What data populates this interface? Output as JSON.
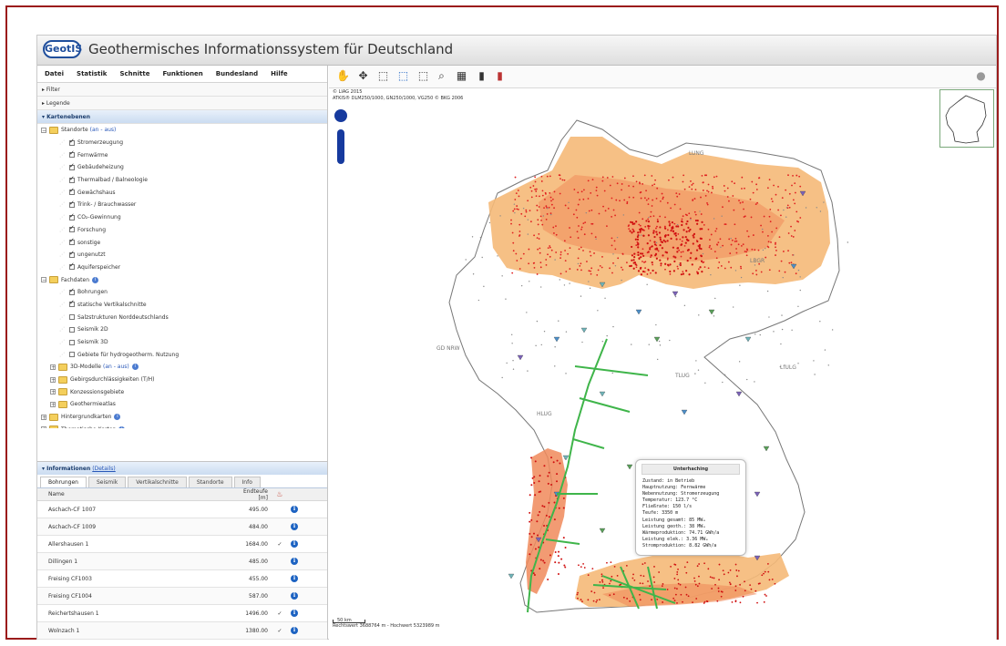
{
  "app": {
    "logo": "GeotIS",
    "title": "Geothermisches Informationssystem für Deutschland"
  },
  "menu": [
    "Datei",
    "Statistik",
    "Schnitte",
    "Funktionen",
    "Bundesland",
    "Hilfe"
  ],
  "panels": {
    "filter": "Filter",
    "legend": "Legende",
    "layers": "Kartenebenen"
  },
  "tree": {
    "standorte": {
      "label": "Standorte",
      "toggle": "(an - aus)",
      "items": [
        "Stromerzeugung",
        "Fernwärme",
        "Gebäudeheizung",
        "Thermalbad / Balneologie",
        "Gewächshaus",
        "Trink- / Brauchwasser",
        "CO₂-Gewinnung",
        "Forschung",
        "sonstige",
        "ungenutzt",
        "Aquiferspeicher"
      ]
    },
    "fachdaten": {
      "label": "Fachdaten",
      "items": [
        {
          "label": "Bohrungen",
          "checked": true
        },
        {
          "label": "statische Vertikalschnitte",
          "checked": true
        },
        {
          "label": "Salzstrukturen Norddeutschlands",
          "checked": false
        },
        {
          "label": "Seismik 2D",
          "checked": false
        },
        {
          "label": "Seismik 3D",
          "checked": false
        },
        {
          "label": "Gebiete für hydrogeotherm. Nutzung",
          "checked": false
        }
      ]
    },
    "groups": [
      {
        "label": "3D-Modelle",
        "toggle": "(an - aus)",
        "info": true
      },
      {
        "label": "Gebirgsdurchlässigkeiten (T/H)",
        "info": false
      },
      {
        "label": "Konzessionsgebiete",
        "info": false
      },
      {
        "label": "Geothermieatlas",
        "info": false
      }
    ],
    "roots": [
      {
        "label": "Hintergrundkarten",
        "info": true
      },
      {
        "label": "Thematische Karten",
        "info": true
      }
    ]
  },
  "info": {
    "title": "Informationen",
    "link": "(Details)",
    "tabs": [
      "Bohrungen",
      "Seismik",
      "Vertikalschnitte",
      "Standorte",
      "Info"
    ],
    "columns": {
      "name": "Name",
      "depth": "Endteufe [m]"
    },
    "rows": [
      {
        "name": "Aschach-CF 1007",
        "depth": "495.00",
        "check": ""
      },
      {
        "name": "Aschach-CF 1009",
        "depth": "484.00",
        "check": ""
      },
      {
        "name": "Allershausen 1",
        "depth": "1684.00",
        "check": "✓"
      },
      {
        "name": "Dillingen 1",
        "depth": "485.00",
        "check": ""
      },
      {
        "name": "Freising CF1003",
        "depth": "455.00",
        "check": ""
      },
      {
        "name": "Freising CF1004",
        "depth": "587.00",
        "check": ""
      },
      {
        "name": "Reichertshausen 1",
        "depth": "1496.00",
        "check": "✓"
      },
      {
        "name": "Wolnzach 1",
        "depth": "1380.00",
        "check": "✓"
      }
    ]
  },
  "map": {
    "copyright_1": "© LIAG 2015",
    "copyright_2": "ATKIS® DLM250/1000, GN250/1000, VG250 © BKG 2006",
    "scale": "50 km",
    "coords": "Rechtswert 3688764 m - Hochwert 5323989 m",
    "labels": {
      "lung": "LUNG",
      "lbgr": "LBGR",
      "gd_nrw": "GD NRW",
      "tlug": "TLUG",
      "lfulg": "LfULG",
      "hlug": "HLUG"
    }
  },
  "popup": {
    "title": "Unterhaching",
    "lines": [
      "Zustand: in Betrieb",
      "Hauptnutzung: Fernwärme",
      "Nebennutzung: Stromerzeugung",
      "Temperatur: 123.7 °C",
      "Fließrate: 150 l/s",
      "Teufe: 3350 m",
      "Leistung gesamt: 85 MWₐ",
      "Leistung geoth.: 38 MWₐ",
      "Wärmeproduktion: 74.71 GWh/a",
      "Leistung elek.: 3.36 MWₑ",
      "Stromproduktion: 8.82 GWh/a"
    ]
  },
  "colors": {
    "frame": "#9b1b1b",
    "accent": "#1c3e6e",
    "info_blue": "#1d63c2",
    "sediment": "#f5b978",
    "hot": "#e74c3c",
    "profile": "#3fb54a"
  }
}
